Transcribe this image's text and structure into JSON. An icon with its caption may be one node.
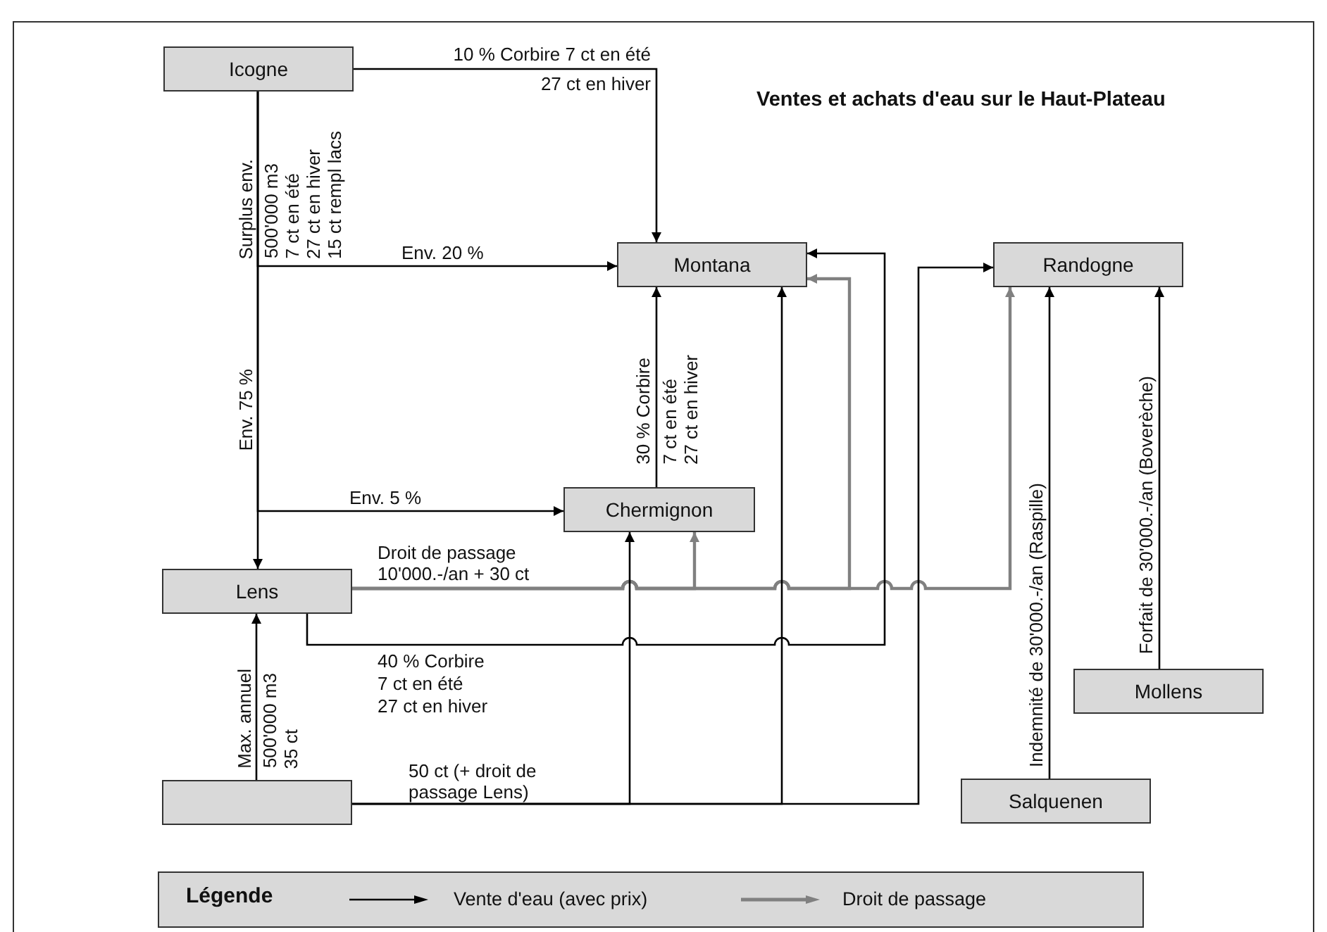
{
  "diagram": {
    "title": "Ventes et achats d'eau sur le Haut-Plateau",
    "nodes": [
      {
        "text": [
          "Icogne"
        ]
      },
      {
        "text": [
          "Montana"
        ]
      },
      {
        "text": [
          "Randogne"
        ]
      },
      {
        "text": [
          "Chermignon"
        ]
      },
      {
        "text": [
          "Lens"
        ]
      },
      {
        "text": [
          "Mollens"
        ]
      },
      {
        "text": [],
        "shape": "box"
      },
      {
        "text": [
          "Salquenen"
        ]
      }
    ],
    "edges": [
      {
        "from": 0,
        "to": 1,
        "arrow": "to",
        "label": "10 % Corbire 7 ct en été"
      },
      {
        "from": 0,
        "to": 1,
        "arrow": "to",
        "label": "Env. 20 %"
      },
      {
        "from": 0,
        "to": 3,
        "arrow": "to",
        "label": "Env. 5 %"
      },
      {
        "from": 0,
        "to": 4,
        "arrow": "to",
        "label": "Env. 75 %"
      },
      {
        "from": 4,
        "to": 3,
        "arrow": "to",
        "label": "Droit de passage 10'000.-/an + 30 ct",
        "color": "#808080"
      },
      {
        "from": 4,
        "to": 1,
        "arrow": "to",
        "color": "#808080"
      },
      {
        "from": 4,
        "to": 2,
        "arrow": "to",
        "color": "#808080"
      },
      {
        "from": 4,
        "to": 1,
        "arrow": "to",
        "label": "40 % Corbire"
      },
      {
        "from": 3,
        "to": 1,
        "arrow": "to",
        "label": "30 % Corbire"
      },
      {
        "from": 6,
        "to": 4,
        "arrow": "to",
        "label": "Max. annuel"
      },
      {
        "from": 6,
        "to": 3,
        "arrow": "to",
        "label": "50 ct (+ droit de passage Lens)"
      },
      {
        "from": 6,
        "to": 1,
        "arrow": "to"
      },
      {
        "from": 6,
        "to": 2,
        "arrow": "to"
      },
      {
        "from": 7,
        "to": 2,
        "arrow": "to",
        "label": "Indemnité de 30'000.-/an (Raspille)"
      },
      {
        "from": 5,
        "to": 2,
        "arrow": "to",
        "label": "Forfait de 30'000.-/an (Boverèche)"
      }
    ],
    "labels": [
      "Surplus env.",
      "500'000 m3",
      "7 ct en été",
      "27 ct en hiver",
      "15 ct rempl lacs",
      "27 ct en hiver",
      "7 ct en été",
      "27 ct en hiver",
      "7 ct en été",
      "27 ct en hiver",
      "500'000 m3",
      "35 ct",
      "Légende"
    ],
    "legend": [
      {
        "text": "Vente d'eau (avec prix)"
      },
      {
        "text": "Droit de passage"
      }
    ]
  }
}
